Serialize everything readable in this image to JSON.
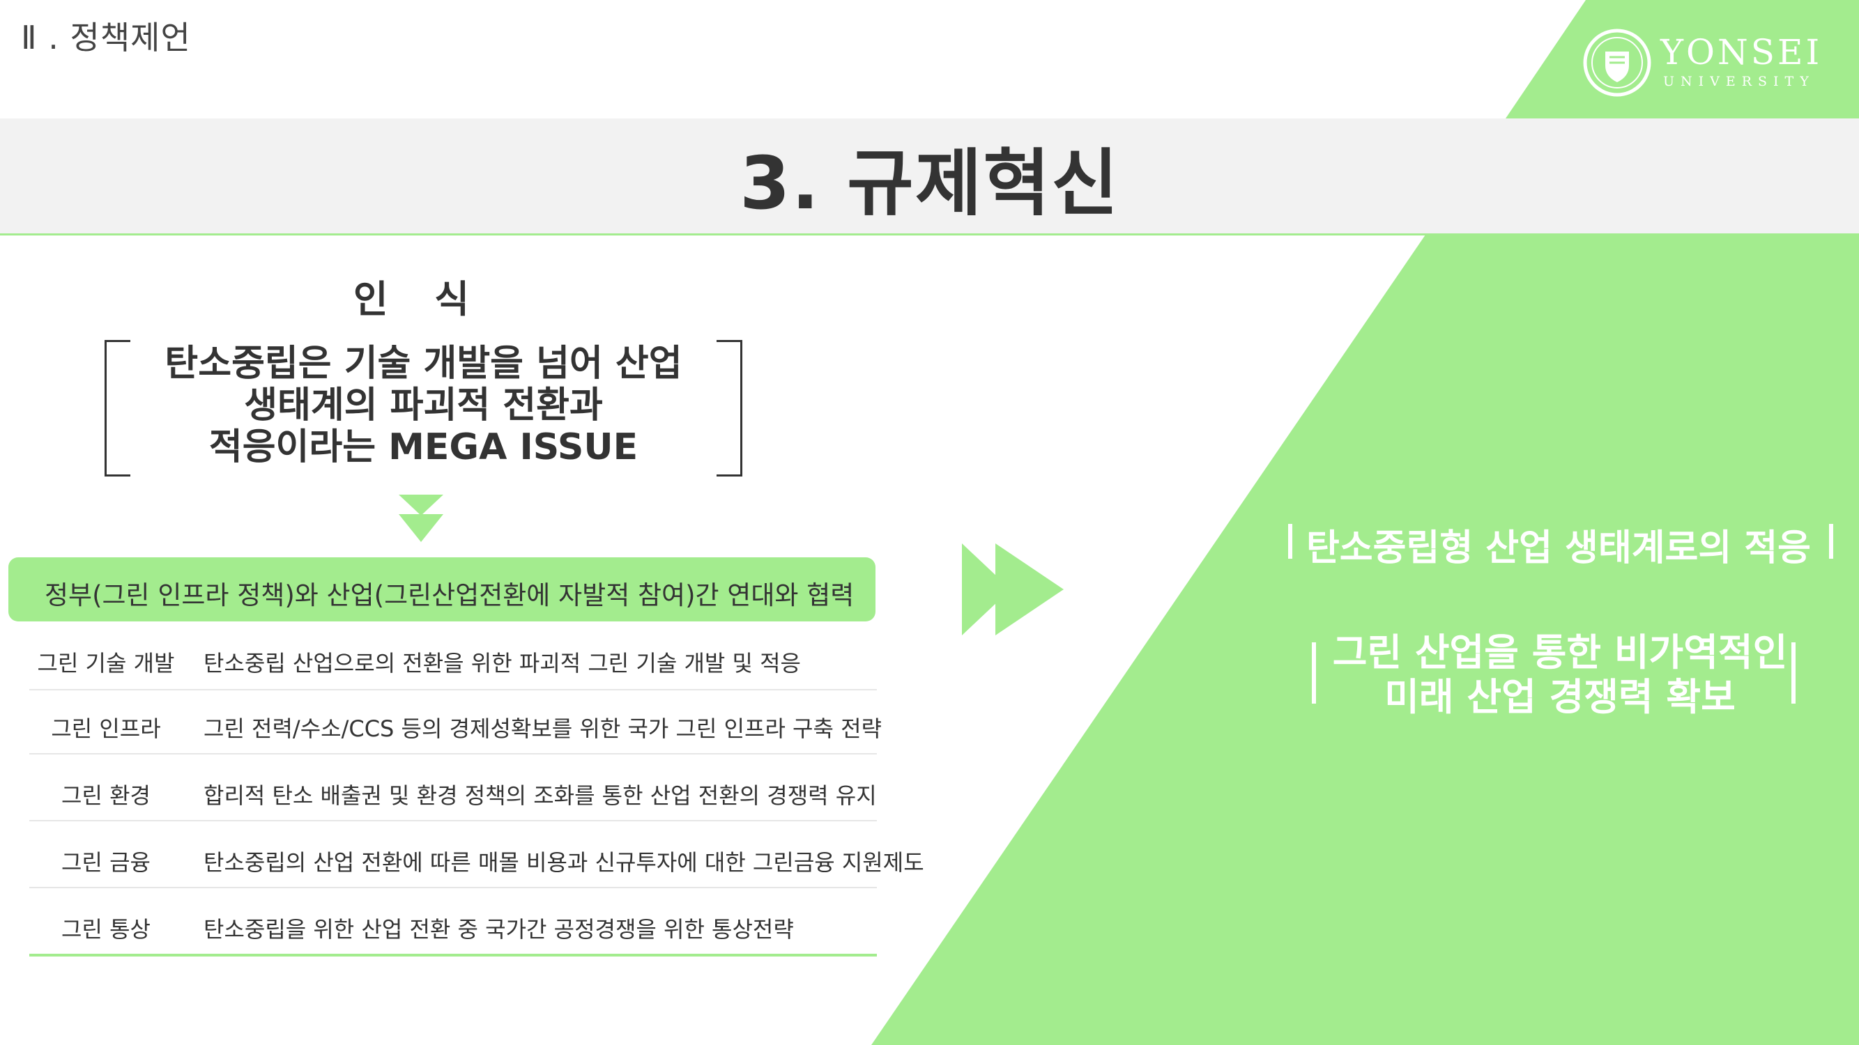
{
  "header": {
    "section_label": "Ⅱ . 정책제언",
    "title": "3. 규제혁신"
  },
  "logo": {
    "name": "YONSEI",
    "subtitle": "UNIVERSITY"
  },
  "recognition": {
    "label": "인 식",
    "quote_line1": "탄소중립은 기술 개발을 넘어 산업",
    "quote_line2": "생태계의 파괴적  전환과",
    "quote_line3": "적응이라는  MEGA ISSUE"
  },
  "cooperation": {
    "text": "정부(그린 인프라 정책)와 산업(그린산업전환에 자발적 참여)간 연대와 협력"
  },
  "policies": [
    {
      "category": "그린  기술 개발",
      "description": "탄소중립 산업으로의  전환을 위한  파괴적 그린 기술 개발 및  적응"
    },
    {
      "category": "그린 인프라",
      "description": "그린 전력/수소/CCS 등의 경제성확보를 위한  국가 그린 인프라 구축 전략"
    },
    {
      "category": "그린 환경",
      "description": "합리적  탄소 배출권 및 환경 정책의 조화를 통한 산업 전환의  경쟁력 유지"
    },
    {
      "category": "그린 금융",
      "description": "탄소중립의 산업 전환에 따른 매몰 비용과 신규투자에 대한 그린금융 지원제도"
    },
    {
      "category": "그린 통상",
      "description": "탄소중립을 위한 산업 전환 중 국가간 공정경쟁을 위한 통상전략"
    }
  ],
  "outcomes": {
    "primary": "탄소중립형 산업 생태계로의 적응",
    "secondary_line1": "그린 산업을 통한 비가역적인",
    "secondary_line2": "미래 산업 경쟁력 확보"
  },
  "colors": {
    "accent_green": "#a3ec8e",
    "title_band": "#f2f2f2",
    "text": "#333333"
  },
  "icons": [
    "yonsei-seal-icon",
    "down-arrow-icon",
    "double-right-arrow-icon"
  ]
}
